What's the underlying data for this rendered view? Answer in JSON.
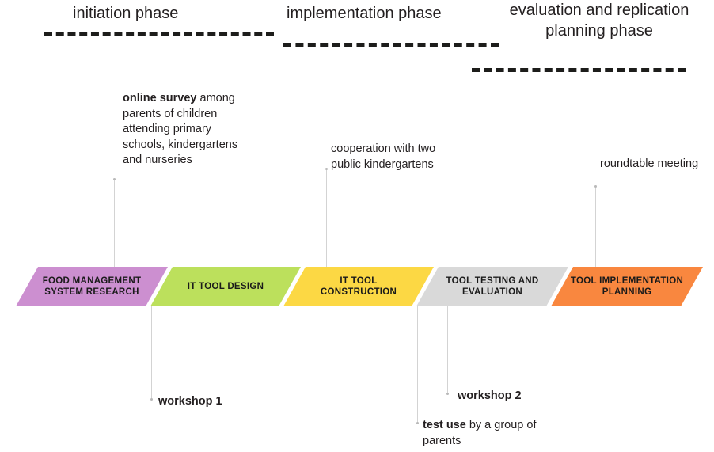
{
  "phases": [
    {
      "label": "initiation phase",
      "dash_color": "#1d1d1b"
    },
    {
      "label": "implementation phase",
      "dash_color": "#1d1d1b"
    },
    {
      "label": "evaluation and replication\nplanning phase",
      "dash_color": "#1d1d1b"
    }
  ],
  "stages": [
    {
      "label": "FOOD MANAGEMENT\nSYSTEM RESEARCH",
      "color": "#CC8FD0"
    },
    {
      "label": "IT TOOL DESIGN",
      "color": "#BCE05C"
    },
    {
      "label": "IT TOOL\nCONSTRUCTION",
      "color": "#FCD844"
    },
    {
      "label": "TOOL TESTING AND\nEVALUATION",
      "color": "#D9D9D9"
    },
    {
      "label": "TOOL IMPLEMENTATION\nPLANNING",
      "color": "#F9873F"
    }
  ],
  "annotations": [
    {
      "bold": "online survey",
      "rest": " among parents of children attending primary schools, kindergartens and nurseries"
    },
    {
      "bold": "",
      "rest": "cooperation with two public kindergartens"
    },
    {
      "bold": "",
      "rest": "roundtable meeting"
    },
    {
      "bold": "workshop 1",
      "rest": ""
    },
    {
      "bold": "workshop 2",
      "rest": ""
    },
    {
      "bold": "test use",
      "rest": " by a group of parents"
    }
  ],
  "colors": {
    "connector": "#d3d3d3",
    "text": "#231f20",
    "background": "#ffffff"
  }
}
